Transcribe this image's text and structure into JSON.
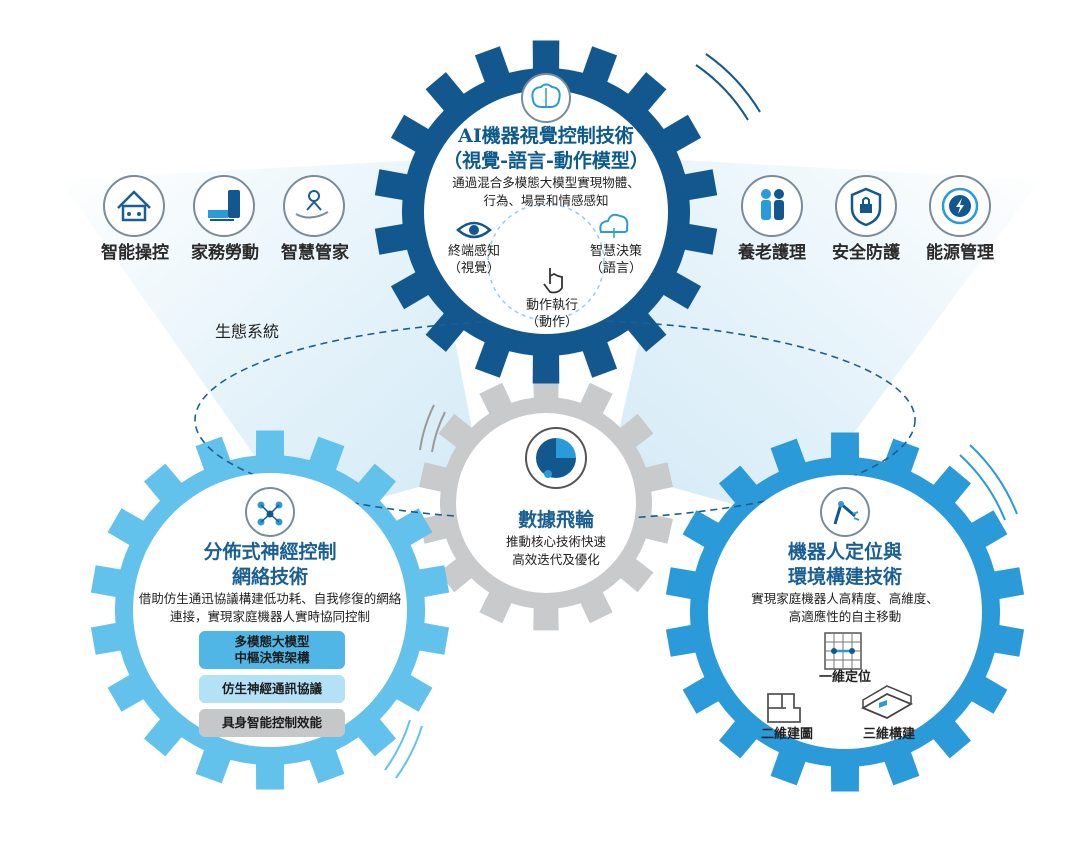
{
  "colors": {
    "gear_top": "#12588f",
    "gear_left": "#63c2ec",
    "gear_right": "#2a9ad8",
    "gear_center": "#c9cacb",
    "box1": "#4fb6e5",
    "box2": "#b3e1f6",
    "box3": "#c6c7c8",
    "glow": "#cfe8f6"
  },
  "apps_left": [
    {
      "label": "智能操控",
      "icon": "smart-home-icon"
    },
    {
      "label": "家務勞動",
      "icon": "cleaning-robot-icon"
    },
    {
      "label": "智慧管家",
      "icon": "butler-hand-icon"
    }
  ],
  "apps_right": [
    {
      "label": "養老護理",
      "icon": "elderly-care-icon"
    },
    {
      "label": "安全防護",
      "icon": "shield-lock-icon"
    },
    {
      "label": "能源管理",
      "icon": "energy-bolt-icon"
    }
  ],
  "ecosystem_label": "生態系統",
  "gear_top": {
    "icon": "brain-icon",
    "title_line1": "AI機器視覺控制技術",
    "title_line2": "（視覺-語言-動作模型）",
    "desc_line1": "通過混合多模態大模型實現物體、",
    "desc_line2": "行為、場景和情感感知",
    "nodes": [
      {
        "line1": "終端感知",
        "line2": "（視覺）",
        "icon": "eye-icon"
      },
      {
        "line1": "智慧決策",
        "line2": "（語言）",
        "icon": "cloud-network-icon"
      },
      {
        "line1": "動作執行",
        "line2": "（動作）",
        "icon": "hand-pointer-icon"
      }
    ]
  },
  "gear_center": {
    "icon": "pie-chart-icon",
    "title": "數據飛輪",
    "desc_line1": "推動核心技術快速",
    "desc_line2": "高效迭代及優化"
  },
  "gear_left": {
    "icon": "neural-network-icon",
    "title_line1": "分佈式神經控制",
    "title_line2": "網絡技術",
    "desc_line1": "借助仿生通迅協議構建低功耗、自我修復的網絡",
    "desc_line2": "連接，實現家庭機器人實時協同控制",
    "boxes": [
      {
        "line1": "多模態大模型",
        "line2": "中樞決策架構"
      },
      {
        "line1": "仿生神經通訊協議",
        "line2": ""
      },
      {
        "line1": "具身智能控制效能",
        "line2": ""
      }
    ]
  },
  "gear_right": {
    "icon": "robot-arm-icon",
    "title_line1": "機器人定位與",
    "title_line2": "環境構建技術",
    "desc_line1": "實現家庭機器人高精度、高維度、",
    "desc_line2": "高適應性的自主移動",
    "items": [
      {
        "label": "一維定位",
        "icon": "grid-map-icon"
      },
      {
        "label": "二維建圖",
        "icon": "floorplan-2d-icon"
      },
      {
        "label": "三維構建",
        "icon": "floorplan-3d-icon"
      }
    ]
  }
}
